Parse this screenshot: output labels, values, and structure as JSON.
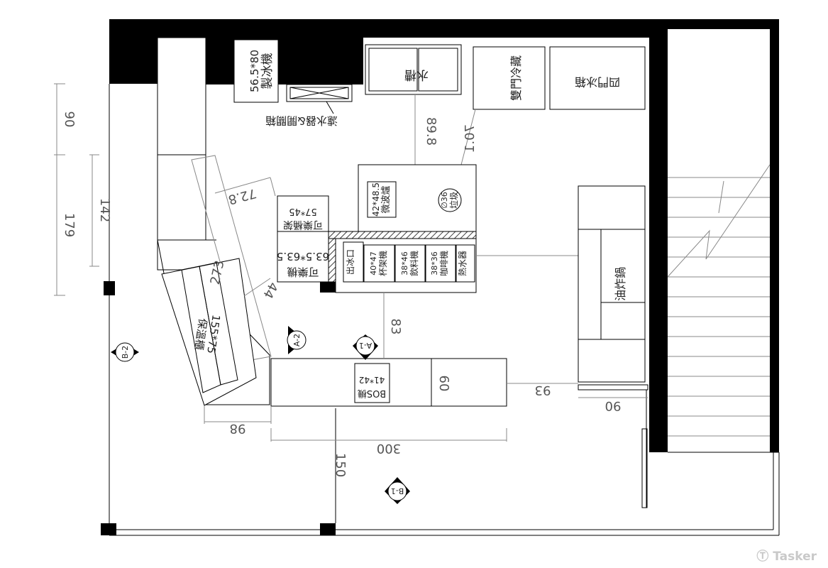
{
  "equipment": {
    "ice_maker_label": "製冰機",
    "ice_maker_size": "56.5*80",
    "water_purifier": "濾水器&開關箱",
    "water_tank": "水槽",
    "double_door_fridge": "雙門冷藏",
    "four_door_freezer": "四門冰箱",
    "microwave_label": "微波爐",
    "microwave_size": "42*48.5",
    "trash_label": "垃圾",
    "trash_size": "∅36",
    "cola_dispenser_label": "可樂桶架",
    "cola_dispenser_size": "57*45",
    "cola_machine_label": "可樂機",
    "cola_machine_size": "63.5*63.5",
    "ice_outlet_label": "出冰口",
    "cup_disp_label": "杯架機",
    "cup_disp_size": "40*47",
    "drink_disp_label": "飲料機",
    "drink_disp_size": "38*46",
    "coffee_label": "咖啡機",
    "coffee_size": "38*36",
    "water_disp_label": "熱水器",
    "warmer_label": "保溫櫃",
    "warmer_size": "155*75",
    "pos_label": "BOS機",
    "pos_size": "41*42",
    "fryer_label": "油炸鍋"
  },
  "dimensions": {
    "d90_left": "90",
    "d179": "179",
    "d142": "142",
    "d72_8": "72.8",
    "d273": "273",
    "d44": "44",
    "d89_8": "89.8",
    "d70_1": "70.1",
    "d83": "83",
    "d60": "60",
    "d93": "93",
    "d90_right": "90",
    "d98": "98",
    "d300": "300",
    "d150": "150"
  },
  "markers": {
    "a1": "A-1",
    "a2": "A-2",
    "b1": "B-1",
    "b2": "B-2"
  },
  "brand": {
    "logo": "Tasker"
  }
}
